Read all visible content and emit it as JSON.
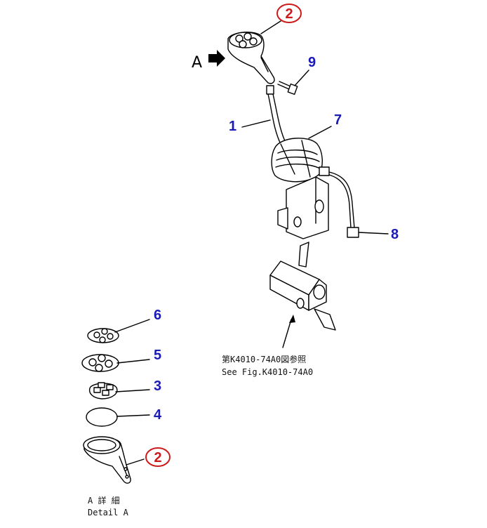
{
  "view_label": "A",
  "callouts": {
    "c1": "1",
    "c2_top": "2",
    "c2_detail": "2",
    "c3": "3",
    "c4": "4",
    "c5": "5",
    "c6": "6",
    "c7": "7",
    "c8": "8",
    "c9": "9"
  },
  "reference_note": {
    "jp": "第K4010-74A0図参照",
    "en": "See Fig.K4010-74A0"
  },
  "detail_caption": {
    "jp": "A 詳 細",
    "en": "Detail A"
  },
  "colors": {
    "callout_blue": "#1a1ab8",
    "highlight_red": "#cc1a1a"
  }
}
